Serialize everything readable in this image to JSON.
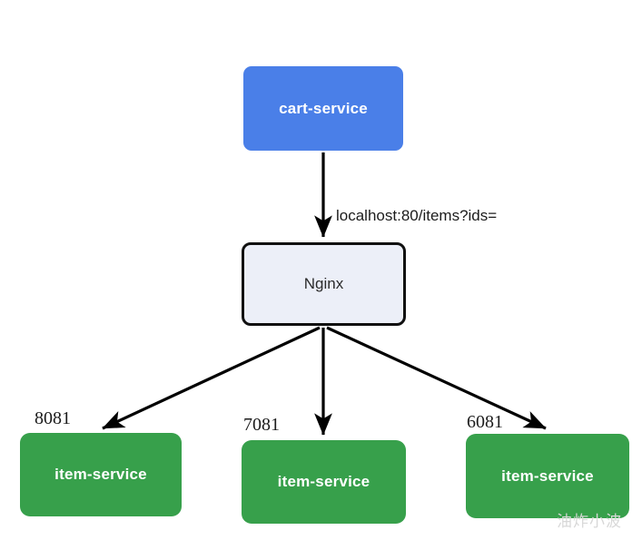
{
  "diagram": {
    "title": "nginx-load-balancing-to-item-service-instances",
    "colors": {
      "cart_service_fill": "#4a7fe8",
      "nginx_fill": "#eceff8",
      "nginx_stroke": "#111111",
      "item_service_fill": "#37a04b",
      "edge_stroke": "#000000",
      "text_dark": "#1c1c1c",
      "text_light": "#ffffff",
      "watermark": "#d8d8d8"
    },
    "nodes": [
      {
        "id": "cart-service",
        "label": "cart-service",
        "type": "service"
      },
      {
        "id": "nginx",
        "label": "Nginx",
        "type": "gateway"
      },
      {
        "id": "item-service-1",
        "label": "item-service",
        "type": "service",
        "port": "8081"
      },
      {
        "id": "item-service-2",
        "label": "item-service",
        "type": "service",
        "port": "7081"
      },
      {
        "id": "item-service-3",
        "label": "item-service",
        "type": "service",
        "port": "6081"
      }
    ],
    "edges": [
      {
        "from": "cart-service",
        "to": "nginx",
        "label": "localhost:80/items?ids="
      },
      {
        "from": "nginx",
        "to": "item-service-1",
        "label": "8081"
      },
      {
        "from": "nginx",
        "to": "item-service-2",
        "label": "7081"
      },
      {
        "from": "nginx",
        "to": "item-service-3",
        "label": "6081"
      }
    ],
    "watermark": "油炸小波"
  }
}
